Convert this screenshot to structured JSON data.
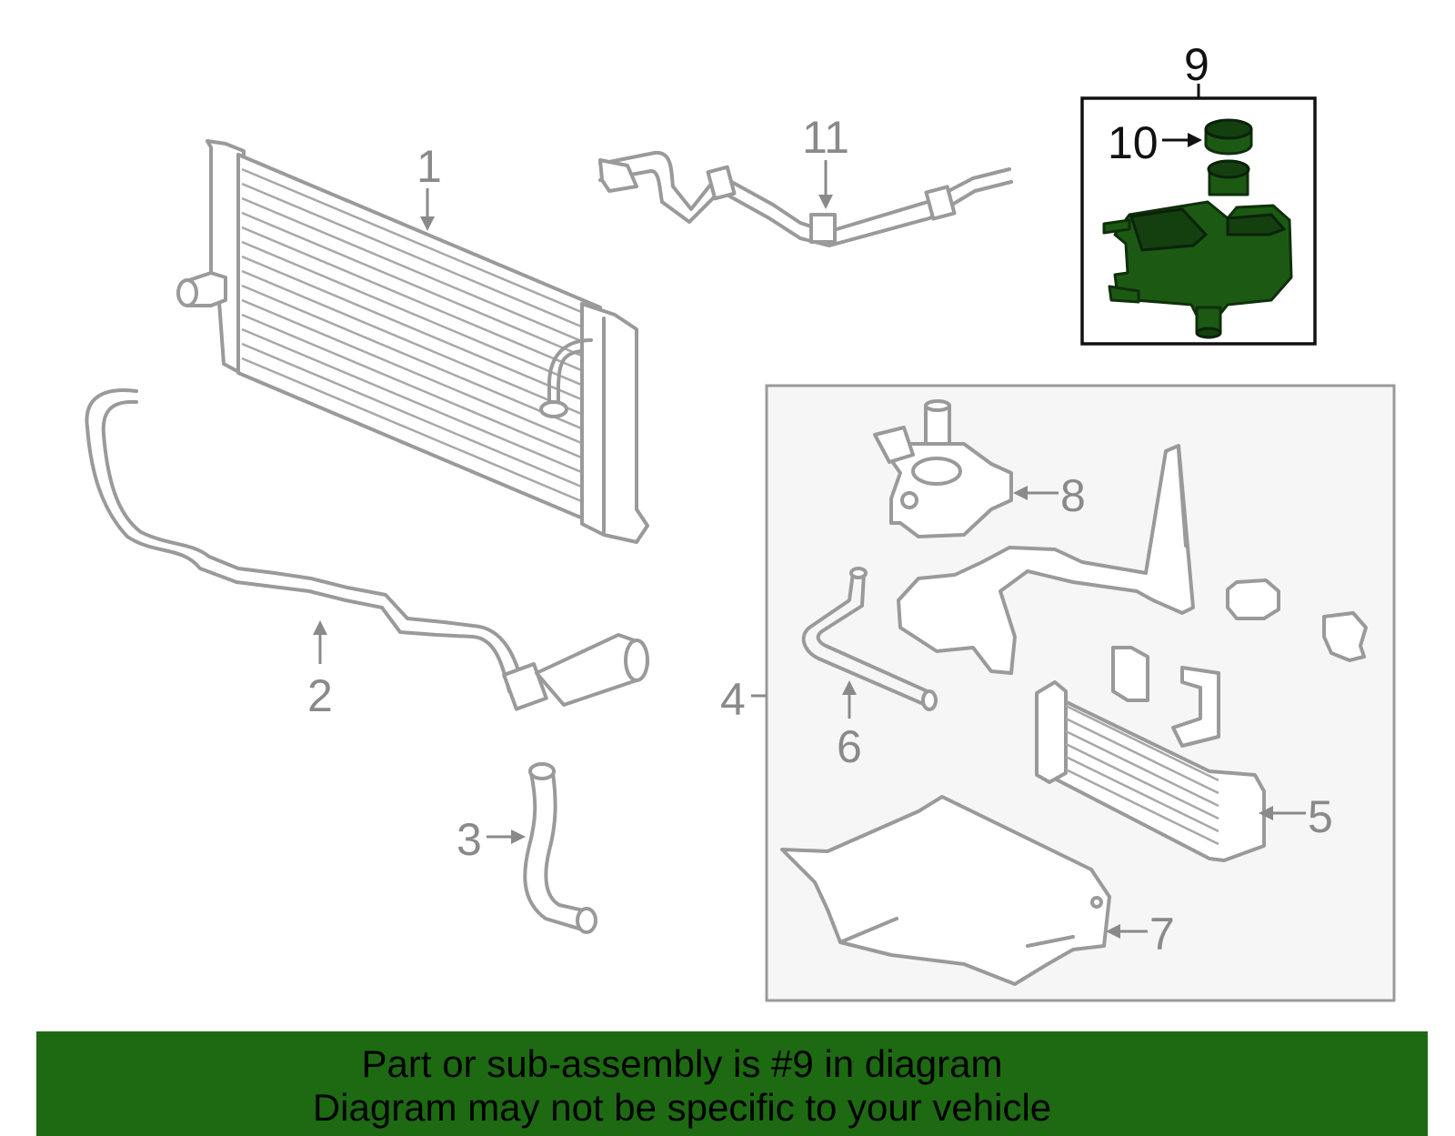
{
  "callouts": {
    "c1": "1",
    "c2": "2",
    "c3": "3",
    "c4": "4",
    "c5": "5",
    "c6": "6",
    "c7": "7",
    "c8": "8",
    "c9": "9",
    "c10": "10",
    "c11": "11"
  },
  "highlighted_part": "9",
  "colors": {
    "highlight_fill": "#1c5a14",
    "footer_background": "#1d6a12",
    "line_gray": "#9a9a9a",
    "callout_gray": "#8a8a8a"
  },
  "footer": {
    "line1": "Part or sub-assembly is #9 in diagram",
    "line2": "Diagram may not be specific to your vehicle"
  }
}
